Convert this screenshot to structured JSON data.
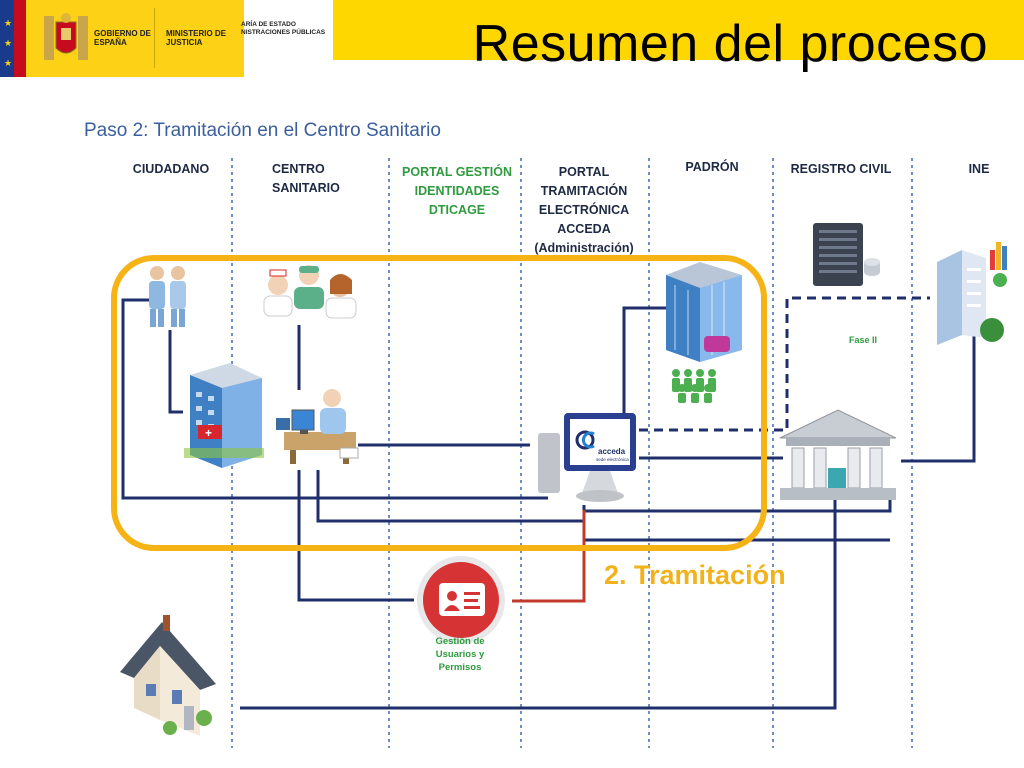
{
  "header": {
    "title": "Resumen del proceso",
    "logo_gobierno": "GOBIERNO DE ESPAÑA",
    "logo_ministerio": "MINISTERIO DE JUSTICIA",
    "logo_secretaria": "ARÍA DE ESTADO NISTRACIONES PÚBLICAS"
  },
  "subtitle": "Paso 2: Tramitación en el Centro Sanitario",
  "columns": {
    "ciudadano": "CIUDADANO",
    "centro": "CENTRO SANITARIO",
    "portal_gestion": "PORTAL GESTIÓN IDENTIDADES DTICAGE",
    "portal_tramitacion": "PORTAL TRAMITACIÓN ELECTRÓNICA ACCEDA (Administración)",
    "padron": "PADRÓN",
    "registro": "REGISTRO CIVIL",
    "ine": "INE"
  },
  "labels": {
    "tramitacion": "2. Tramitación",
    "fase": "Fase II",
    "gestion": "Gestión de Usuarios y Permisos",
    "acceda": "acceda",
    "acceda_sub": "sede electrónica"
  },
  "colors": {
    "yellow": "#ffd700",
    "navy_line": "#1f2f6b",
    "red_line": "#c0392b",
    "highlight_border": "#f5b316",
    "green_text": "#2e9b3e"
  }
}
